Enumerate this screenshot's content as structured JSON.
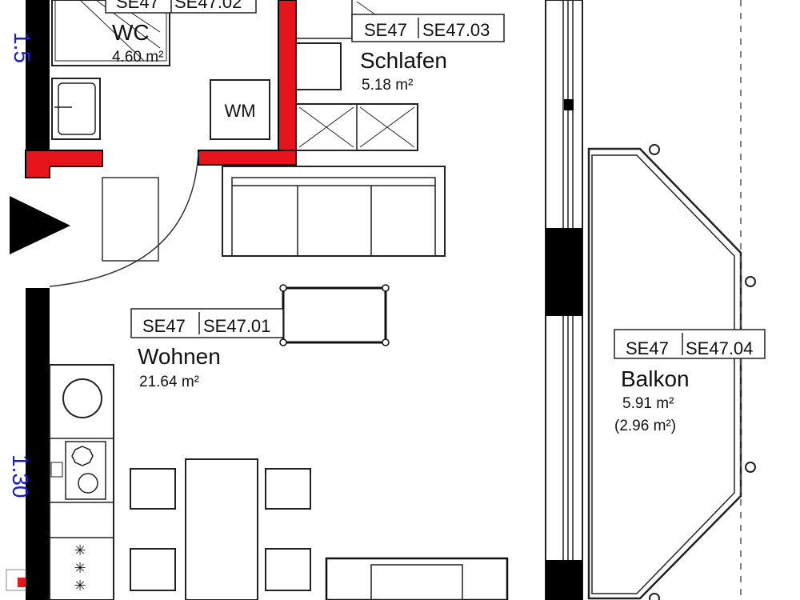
{
  "rooms": {
    "wc": {
      "code_left": "SE47",
      "code_right": "SE47.02",
      "name": "WC",
      "area": "4.60 m²"
    },
    "schlafen": {
      "code_left": "SE47",
      "code_right": "SE47.03",
      "name": "Schlafen",
      "area": "5.18 m²"
    },
    "wohnen": {
      "code_left": "SE47",
      "code_right": "SE47.01",
      "name": "Wohnen",
      "area": "21.64 m²"
    },
    "balkon": {
      "code_left": "SE47",
      "code_right": "SE47.04",
      "name": "Balkon",
      "area": "5.91 m²",
      "area_effective": "(2.96 m²)"
    }
  },
  "fixtures": {
    "washing_machine": "WM"
  },
  "dimensions": {
    "left_top": "1.5",
    "left_bottom": "1.30"
  },
  "colors": {
    "wall": "#000000",
    "new_wall": "#e8141c",
    "dimension": "#1a1ad6"
  }
}
